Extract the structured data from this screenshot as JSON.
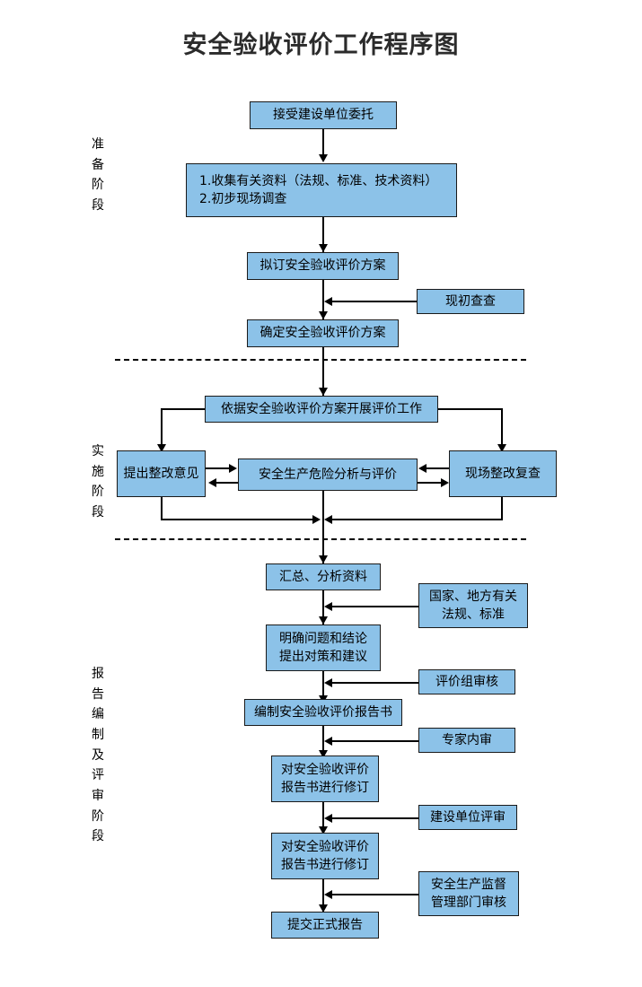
{
  "title": "安全验收评价工作程序图",
  "colors": {
    "node_fill": "#8CC2E8",
    "node_border": "#1a1a1a",
    "connector": "#000000",
    "background": "#ffffff",
    "title_color": "#2b2b2b"
  },
  "stages": [
    {
      "id": "preparation",
      "label": "准备阶段",
      "chars": [
        "准",
        "备",
        "阶",
        "段"
      ]
    },
    {
      "id": "implementation",
      "label": "实施阶段",
      "chars": [
        "实",
        "施",
        "阶",
        "段"
      ]
    },
    {
      "id": "reporting",
      "label": "报告编制及评审阶段",
      "chars": [
        "报",
        "告",
        "编",
        "制",
        "及",
        "评",
        "审",
        "阶",
        "段"
      ]
    }
  ],
  "nodes": {
    "accept_commission": {
      "lines": [
        "接受建设单位委托"
      ]
    },
    "collect_materials": {
      "lines": [
        "1.收集有关资料（法规、标准、技术资料）",
        "2.初步现场调查"
      ]
    },
    "draft_plan": {
      "lines": [
        "拟订安全验收评价方案"
      ]
    },
    "preliminary_check": {
      "lines": [
        "现初查查"
      ]
    },
    "confirm_plan": {
      "lines": [
        "确定安全验收评价方案"
      ]
    },
    "carry_out_eval": {
      "lines": [
        "依据安全验收评价方案开展评价工作"
      ]
    },
    "rectification_opinion": {
      "lines": [
        "提出整改意见"
      ]
    },
    "hazard_analysis": {
      "lines": [
        "安全生产危险分析与评价"
      ]
    },
    "onsite_recheck": {
      "lines": [
        "现场整改复查"
      ]
    },
    "summarize_data": {
      "lines": [
        "汇总、分析资料"
      ]
    },
    "national_local_rules": {
      "lines": [
        "国家、地方有关",
        "法规、标准"
      ]
    },
    "clarify_conclusion": {
      "lines": [
        "明确问题和结论",
        "提出对策和建议"
      ]
    },
    "group_review": {
      "lines": [
        "评价组审核"
      ]
    },
    "compile_report": {
      "lines": [
        "编制安全验收评价报告书"
      ]
    },
    "expert_review": {
      "lines": [
        "专家内审"
      ]
    },
    "revise_report_1": {
      "lines": [
        "对安全验收评价",
        "报告书进行修订"
      ]
    },
    "owner_review": {
      "lines": [
        "建设单位评审"
      ]
    },
    "revise_report_2": {
      "lines": [
        "对安全验收评价",
        "报告书进行修订"
      ]
    },
    "safety_bureau_review": {
      "lines": [
        "安全生产监督",
        "管理部门审核"
      ]
    },
    "submit_final": {
      "lines": [
        "提交正式报告"
      ]
    }
  },
  "chart_data": {
    "type": "diagram",
    "title": "安全验收评价工作程序图",
    "diagram_kind": "flowchart",
    "swimlanes": [
      "准备阶段",
      "实施阶段",
      "报告编制及评审阶段"
    ],
    "steps": [
      {
        "lane": "准备阶段",
        "text": "接受建设单位委托"
      },
      {
        "lane": "准备阶段",
        "text": "1.收集有关资料（法规、标准、技术资料） 2.初步现场调查"
      },
      {
        "lane": "准备阶段",
        "text": "拟订安全验收评价方案"
      },
      {
        "lane": "准备阶段",
        "text": "现初查查",
        "role": "side-input"
      },
      {
        "lane": "准备阶段",
        "text": "确定安全验收评价方案"
      },
      {
        "lane": "实施阶段",
        "text": "依据安全验收评价方案开展评价工作"
      },
      {
        "lane": "实施阶段",
        "text": "提出整改意见"
      },
      {
        "lane": "实施阶段",
        "text": "安全生产危险分析与评价"
      },
      {
        "lane": "实施阶段",
        "text": "现场整改复查"
      },
      {
        "lane": "报告编制及评审阶段",
        "text": "汇总、分析资料"
      },
      {
        "lane": "报告编制及评审阶段",
        "text": "国家、地方有关法规、标准",
        "role": "side-input"
      },
      {
        "lane": "报告编制及评审阶段",
        "text": "明确问题和结论 提出对策和建议"
      },
      {
        "lane": "报告编制及评审阶段",
        "text": "评价组审核",
        "role": "side-input"
      },
      {
        "lane": "报告编制及评审阶段",
        "text": "编制安全验收评价报告书"
      },
      {
        "lane": "报告编制及评审阶段",
        "text": "专家内审",
        "role": "side-input"
      },
      {
        "lane": "报告编制及评审阶段",
        "text": "对安全验收评价报告书进行修订"
      },
      {
        "lane": "报告编制及评审阶段",
        "text": "建设单位评审",
        "role": "side-input"
      },
      {
        "lane": "报告编制及评审阶段",
        "text": "对安全验收评价报告书进行修订"
      },
      {
        "lane": "报告编制及评审阶段",
        "text": "安全生产监督管理部门审核",
        "role": "side-input"
      },
      {
        "lane": "报告编制及评审阶段",
        "text": "提交正式报告"
      }
    ]
  }
}
